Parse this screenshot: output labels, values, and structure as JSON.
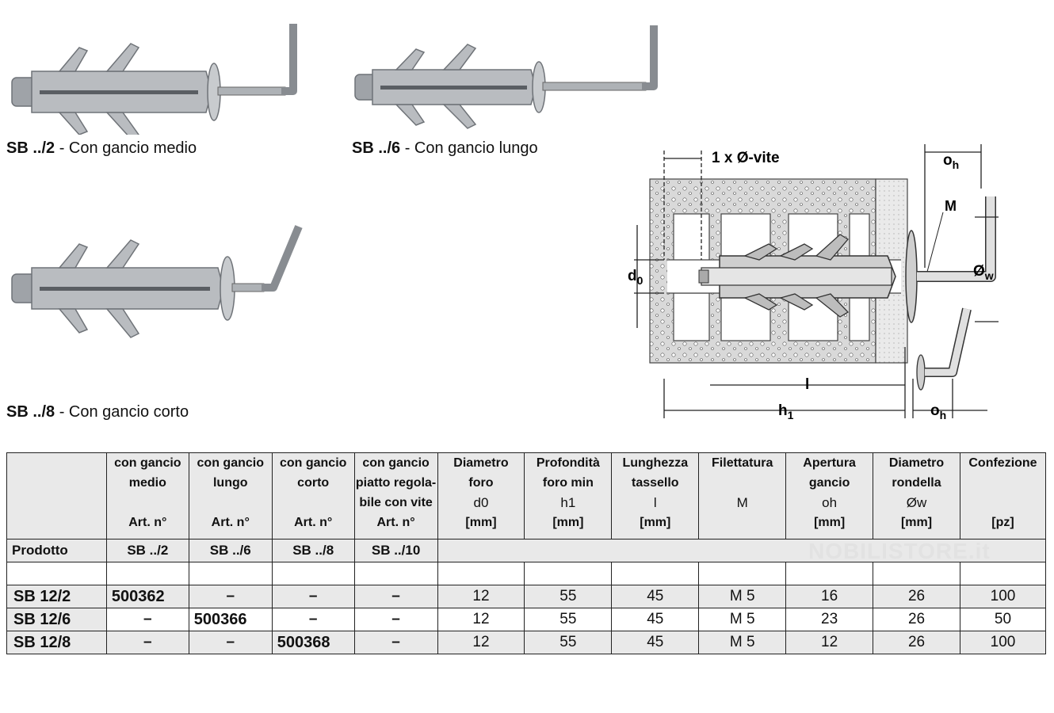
{
  "products": [
    {
      "code": "SB ../2",
      "desc": " - Con gancio medio"
    },
    {
      "code": "SB ../6",
      "desc": " - Con gancio lungo"
    },
    {
      "code": "SB ../8",
      "desc": " - Con gancio corto"
    }
  ],
  "diagram": {
    "top_label": "1 x Ø-vite",
    "oh_label": "o",
    "oh_sub": "h",
    "m_label": "M",
    "d0_label": "d",
    "d0_sub": "0",
    "ow_label": "Ø",
    "ow_sub": "w",
    "l_label": "l",
    "h1_label": "h",
    "h1_sub": "1",
    "oh2_label": "o",
    "oh2_sub": "h"
  },
  "table": {
    "headers": [
      {
        "l1": "",
        "l2": "",
        "l3": "",
        "l4": ""
      },
      {
        "l1": "con gancio",
        "l2": "medio",
        "l3": "",
        "l4": "Art. n°"
      },
      {
        "l1": "con gancio",
        "l2": "lungo",
        "l3": "",
        "l4": "Art. n°"
      },
      {
        "l1": "con gancio",
        "l2": "corto",
        "l3": "",
        "l4": "Art. n°"
      },
      {
        "l1": "con gancio",
        "l2": "piatto regola-",
        "l3": "bile con vite",
        "l4": "Art. n°"
      },
      {
        "l1": "Diametro",
        "l2": "foro",
        "l3": "d0",
        "l4": "[mm]"
      },
      {
        "l1": "Profondità",
        "l2": "foro min",
        "l3": "h1",
        "l4": "[mm]"
      },
      {
        "l1": "Lunghezza",
        "l2": "tassello",
        "l3": "l",
        "l4": "[mm]"
      },
      {
        "l1": "Filettatura",
        "l2": "",
        "l3": "M",
        "l4": ""
      },
      {
        "l1": "Apertura",
        "l2": "gancio",
        "l3": "oh",
        "l4": "[mm]"
      },
      {
        "l1": "Diametro",
        "l2": "rondella",
        "l3": "Øw",
        "l4": "[mm]"
      },
      {
        "l1": "Confezione",
        "l2": "",
        "l3": "",
        "l4": "[pz]"
      }
    ],
    "product_row": [
      "Prodotto",
      "SB ../2",
      "SB ../6",
      "SB ../8",
      "SB ../10"
    ],
    "rows": [
      [
        "SB 12/2",
        "500362",
        "–",
        "–",
        "–",
        "12",
        "55",
        "45",
        "M 5",
        "16",
        "26",
        "100"
      ],
      [
        "SB 12/6",
        "–",
        "500366",
        "–",
        "–",
        "12",
        "55",
        "45",
        "M 5",
        "23",
        "26",
        "50"
      ],
      [
        "SB 12/8",
        "–",
        "–",
        "500368",
        "–",
        "12",
        "55",
        "45",
        "M 5",
        "12",
        "26",
        "100"
      ]
    ]
  },
  "watermark": "NOBILISTORE.it"
}
